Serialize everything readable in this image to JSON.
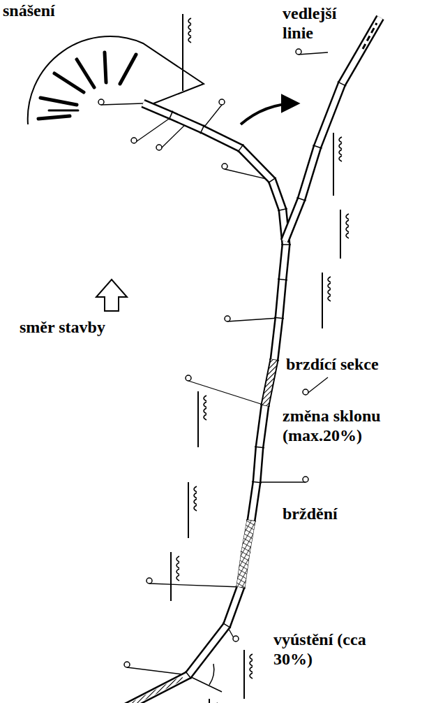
{
  "diagram": {
    "labels": [
      "snášení",
      "vedlejší linie",
      "směr stavby",
      "brzdící sekce",
      "změna sklonu (max.20%)",
      "brždění",
      "vyústění (cca 30%)"
    ]
  }
}
